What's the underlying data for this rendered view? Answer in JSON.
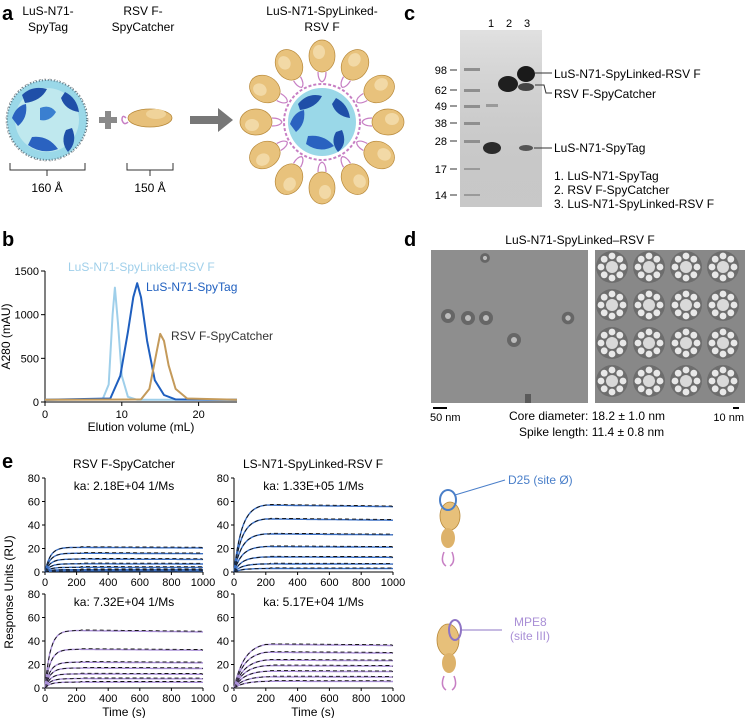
{
  "panels": {
    "a": {
      "letter": "a",
      "nanoparticle_label": [
        "LuS-N71-",
        "SpyTag"
      ],
      "antigen_label": [
        "RSV F-",
        "SpyCatcher"
      ],
      "product_label": [
        "LuS-N71-SpyLinked-",
        "RSV F"
      ],
      "nanoparticle_size": "160 Å",
      "antigen_size": "150 Å"
    },
    "b": {
      "letter": "b",
      "legend": [
        "LuS-N71-SpyLinked-RSV F",
        "LuS-N71-SpyTag",
        "RSV F-SpyCatcher"
      ]
    },
    "c": {
      "letter": "c",
      "lanes": [
        "1",
        "2",
        "3"
      ],
      "mw_markers": [
        "98",
        "62",
        "49",
        "38",
        "28",
        "17",
        "14"
      ],
      "band_labels": [
        "LuS-N71-SpyLinked-RSV F",
        "RSV F-SpyCatcher",
        "LuS-N71-SpyTag"
      ],
      "lane_key": [
        "1. LuS-N71-SpyTag",
        "2. RSV F-SpyCatcher",
        "3. LuS-N71-SpyLinked-RSV F"
      ]
    },
    "d": {
      "letter": "d",
      "title": "LuS-N71-SpyLinked–RSV F",
      "scale_left": "50 nm",
      "scale_right": "10 nm",
      "core_diameter": "Core diameter: 18.2 ± 1.0 nm",
      "spike_length": "Spike length:  11.4 ± 0.8 nm"
    },
    "e": {
      "letter": "e",
      "col_titles": [
        "RSV F-SpyCatcher",
        "LS-N71-SpyLinked-RSV F"
      ],
      "ka": [
        "ka: 2.18E+04 1/Ms",
        "ka: 1.33E+05 1/Ms",
        "ka: 7.32E+04 1/Ms",
        "ka: 5.17E+04 1/Ms"
      ],
      "ylabel": "Response Units (RU)",
      "xlabel": "Time (s)",
      "antibody_1": "D25 (site Ø)",
      "antibody_2": [
        "MPE8",
        "(site III)"
      ]
    }
  },
  "chart_data": [
    {
      "id": "b-sec",
      "type": "line",
      "xlabel": "Elution volume (mL)",
      "ylabel": "A280 (mAU)",
      "xlim": [
        0,
        25
      ],
      "ylim": [
        0,
        1500
      ],
      "xticks": [
        0,
        10,
        20
      ],
      "yticks": [
        0,
        500,
        1000,
        1500
      ],
      "series": [
        {
          "name": "LuS-N71-SpyLinked-RSV F",
          "color": "#9fcfea",
          "x": [
            0,
            7.5,
            8.3,
            8.8,
            9.1,
            9.5,
            10.0,
            10.8,
            12,
            25
          ],
          "y": [
            25,
            30,
            200,
            1000,
            1310,
            900,
            300,
            60,
            25,
            25
          ]
        },
        {
          "name": "LuS-N71-SpyTag",
          "color": "#1f5fbf",
          "x": [
            0,
            8.5,
            9.8,
            10.8,
            11.5,
            12.0,
            12.5,
            13.3,
            14.3,
            15.5,
            17,
            25
          ],
          "y": [
            25,
            40,
            300,
            800,
            1200,
            1360,
            1200,
            700,
            250,
            80,
            30,
            25
          ]
        },
        {
          "name": "RSV F-SpyCatcher",
          "color": "#c49a5a",
          "x": [
            0,
            12.5,
            13.6,
            14.5,
            15.0,
            15.5,
            16.1,
            17.0,
            18.5,
            25
          ],
          "y": [
            25,
            30,
            150,
            560,
            780,
            700,
            420,
            150,
            40,
            25
          ]
        }
      ]
    },
    {
      "id": "e-spr",
      "type": "line",
      "xlabel": "Time (s)",
      "ylabel": "Response Units (RU)",
      "xlim": [
        0,
        1000
      ],
      "ylim": [
        0,
        80
      ],
      "xticks": [
        0,
        200,
        400,
        600,
        800,
        1000
      ],
      "yticks": [
        0,
        20,
        40,
        60,
        80
      ],
      "association_end": 200,
      "plots": [
        {
          "title": "RSV F-SpyCatcher",
          "ka": "2.18E+04 1/Ms",
          "color": "#3a6fc4",
          "plateaus": [
            21,
            16,
            11,
            7,
            4,
            2,
            1
          ],
          "k": 0.03
        },
        {
          "title": "LS-N71-SpyLinked-RSV F",
          "ka": "1.33E+05 1/Ms",
          "color": "#3a6fc4",
          "plateaus": [
            58,
            46,
            33,
            22,
            13,
            7,
            3
          ],
          "k": 0.02
        },
        {
          "title": "",
          "ka": "7.32E+04 1/Ms",
          "color": "#a98fd6",
          "plateaus": [
            49,
            33,
            22,
            17,
            12,
            8,
            5
          ],
          "k": 0.03
        },
        {
          "title": "",
          "ka": "5.17E+04 1/Ms",
          "color": "#a98fd6",
          "plateaus": [
            39,
            32,
            25,
            20,
            15,
            10,
            6
          ],
          "k": 0.015
        }
      ]
    }
  ],
  "colors": {
    "nanoparticle_blue": "#1f4fa8",
    "nanoparticle_light": "#7fd0e6",
    "antigen_gold": "#dcae5e",
    "antigen_pink": "#c77fc4",
    "arrow_gray": "#777777",
    "fit_black": "#111111"
  }
}
